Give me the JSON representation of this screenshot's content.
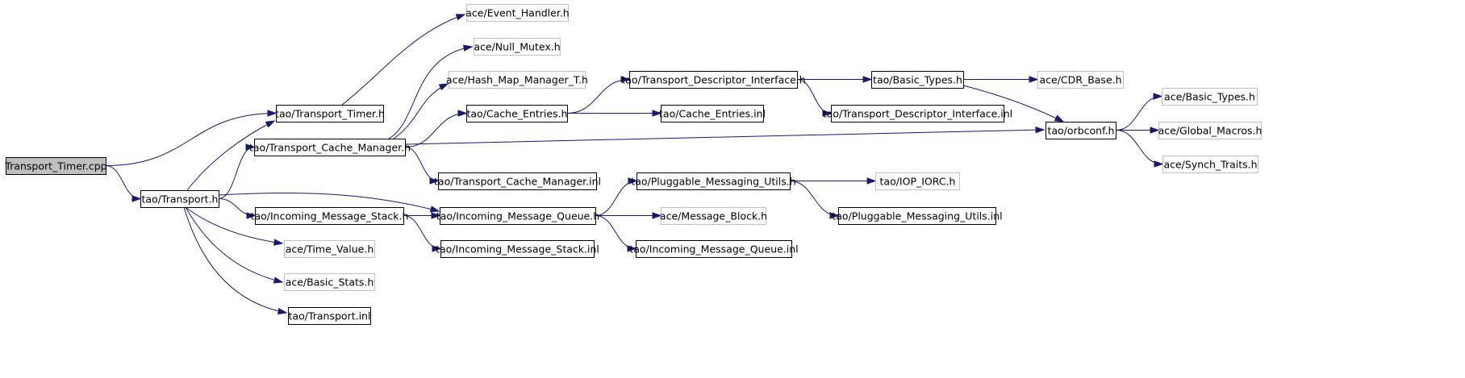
{
  "graph": {
    "type": "include-dependency-graph",
    "colors": {
      "edge": "#191970",
      "root_fill": "#bfbfbf",
      "node_border_documented": "#000000",
      "node_border_external": "#bfbfbf",
      "node_fill": "#ffffff"
    },
    "nodes": [
      {
        "id": "transport_timer_cpp",
        "label": "Transport_Timer.cpp",
        "kind": "root"
      },
      {
        "id": "transport_h",
        "label": "tao/Transport.h",
        "kind": "documented"
      },
      {
        "id": "transport_timer_h",
        "label": "tao/Transport_Timer.h",
        "kind": "documented"
      },
      {
        "id": "transport_cache_manager_h",
        "label": "tao/Transport_Cache_Manager.h",
        "kind": "documented"
      },
      {
        "id": "incoming_message_stack_h",
        "label": "tao/Incoming_Message_Stack.h",
        "kind": "documented"
      },
      {
        "id": "ace_time_value_h",
        "label": "ace/Time_Value.h",
        "kind": "external"
      },
      {
        "id": "ace_basic_stats_h",
        "label": "ace/Basic_Stats.h",
        "kind": "external"
      },
      {
        "id": "transport_inl",
        "label": "tao/Transport.inl",
        "kind": "documented"
      },
      {
        "id": "ace_event_handler_h",
        "label": "ace/Event_Handler.h",
        "kind": "external"
      },
      {
        "id": "ace_null_mutex_h",
        "label": "ace/Null_Mutex.h",
        "kind": "external"
      },
      {
        "id": "ace_hash_map_manager_t_h",
        "label": "ace/Hash_Map_Manager_T.h",
        "kind": "external"
      },
      {
        "id": "cache_entries_h",
        "label": "tao/Cache_Entries.h",
        "kind": "documented"
      },
      {
        "id": "transport_cache_manager_inl",
        "label": "tao/Transport_Cache_Manager.inl",
        "kind": "documented"
      },
      {
        "id": "incoming_message_queue_h",
        "label": "tao/Incoming_Message_Queue.h",
        "kind": "documented"
      },
      {
        "id": "incoming_message_stack_inl",
        "label": "tao/Incoming_Message_Stack.inl",
        "kind": "documented"
      },
      {
        "id": "transport_descriptor_interface_h",
        "label": "tao/Transport_Descriptor_Interface.h",
        "kind": "documented"
      },
      {
        "id": "cache_entries_inl",
        "label": "tao/Cache_Entries.inl",
        "kind": "documented"
      },
      {
        "id": "pluggable_messaging_utils_h",
        "label": "tao/Pluggable_Messaging_Utils.h",
        "kind": "documented"
      },
      {
        "id": "ace_message_block_h",
        "label": "ace/Message_Block.h",
        "kind": "external"
      },
      {
        "id": "incoming_message_queue_inl",
        "label": "tao/Incoming_Message_Queue.inl",
        "kind": "documented"
      },
      {
        "id": "basic_types_h",
        "label": "tao/Basic_Types.h",
        "kind": "documented"
      },
      {
        "id": "transport_descriptor_interface_inl",
        "label": "tao/Transport_Descriptor_Interface.inl",
        "kind": "documented"
      },
      {
        "id": "iop_iorc_h",
        "label": "tao/IOP_IORC.h",
        "kind": "external"
      },
      {
        "id": "pluggable_messaging_utils_inl",
        "label": "tao/Pluggable_Messaging_Utils.inl",
        "kind": "documented"
      },
      {
        "id": "ace_cdr_base_h",
        "label": "ace/CDR_Base.h",
        "kind": "external"
      },
      {
        "id": "orbconf_h",
        "label": "tao/orbconf.h",
        "kind": "documented"
      },
      {
        "id": "ace_basic_types_h",
        "label": "ace/Basic_Types.h",
        "kind": "external"
      },
      {
        "id": "ace_global_macros_h",
        "label": "ace/Global_Macros.h",
        "kind": "external"
      },
      {
        "id": "ace_synch_traits_h",
        "label": "ace/Synch_Traits.h",
        "kind": "external"
      }
    ],
    "edges": [
      {
        "from": "transport_timer_cpp",
        "to": "transport_timer_h"
      },
      {
        "from": "transport_timer_cpp",
        "to": "transport_h"
      },
      {
        "from": "transport_h",
        "to": "transport_timer_h"
      },
      {
        "from": "transport_h",
        "to": "transport_cache_manager_h"
      },
      {
        "from": "transport_h",
        "to": "incoming_message_stack_h"
      },
      {
        "from": "transport_h",
        "to": "incoming_message_queue_h"
      },
      {
        "from": "transport_h",
        "to": "ace_time_value_h"
      },
      {
        "from": "transport_h",
        "to": "ace_basic_stats_h"
      },
      {
        "from": "transport_h",
        "to": "transport_inl"
      },
      {
        "from": "transport_timer_h",
        "to": "ace_event_handler_h"
      },
      {
        "from": "transport_cache_manager_h",
        "to": "ace_null_mutex_h"
      },
      {
        "from": "transport_cache_manager_h",
        "to": "ace_hash_map_manager_t_h"
      },
      {
        "from": "transport_cache_manager_h",
        "to": "cache_entries_h"
      },
      {
        "from": "transport_cache_manager_h",
        "to": "orbconf_h"
      },
      {
        "from": "transport_cache_manager_h",
        "to": "transport_cache_manager_inl"
      },
      {
        "from": "cache_entries_h",
        "to": "transport_descriptor_interface_h"
      },
      {
        "from": "cache_entries_h",
        "to": "cache_entries_inl"
      },
      {
        "from": "transport_descriptor_interface_h",
        "to": "basic_types_h"
      },
      {
        "from": "transport_descriptor_interface_h",
        "to": "transport_descriptor_interface_inl"
      },
      {
        "from": "basic_types_h",
        "to": "ace_cdr_base_h"
      },
      {
        "from": "basic_types_h",
        "to": "orbconf_h"
      },
      {
        "from": "orbconf_h",
        "to": "ace_basic_types_h"
      },
      {
        "from": "orbconf_h",
        "to": "ace_global_macros_h"
      },
      {
        "from": "orbconf_h",
        "to": "ace_synch_traits_h"
      },
      {
        "from": "incoming_message_stack_h",
        "to": "incoming_message_queue_h"
      },
      {
        "from": "incoming_message_stack_h",
        "to": "incoming_message_stack_inl"
      },
      {
        "from": "incoming_message_queue_h",
        "to": "pluggable_messaging_utils_h"
      },
      {
        "from": "incoming_message_queue_h",
        "to": "ace_message_block_h"
      },
      {
        "from": "incoming_message_queue_h",
        "to": "incoming_message_queue_inl"
      },
      {
        "from": "pluggable_messaging_utils_h",
        "to": "iop_iorc_h"
      },
      {
        "from": "pluggable_messaging_utils_h",
        "to": "pluggable_messaging_utils_inl"
      }
    ]
  }
}
